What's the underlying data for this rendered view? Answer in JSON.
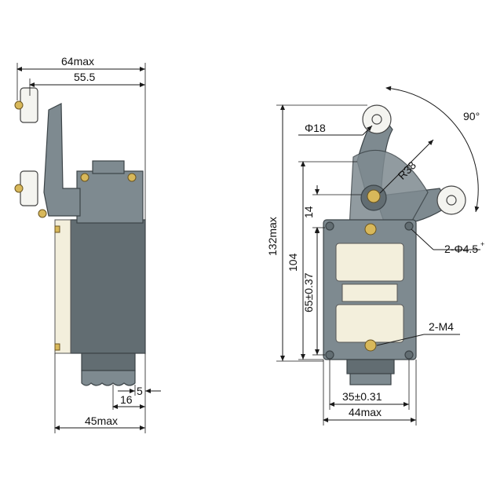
{
  "dimensions": {
    "side_width_max": "64max",
    "side_roller_center": "55.5",
    "side_base_offset": "5",
    "side_base_width": "16",
    "side_body_depth": "45max",
    "roller_diameter": "Φ18",
    "lever_radius": "R38",
    "rotation_angle": "90°",
    "total_height": "132max",
    "body_height": "104",
    "mount_hole_spacing_v": "65±0.37",
    "pivot_offset": "14",
    "mount_holes": "2-Φ4.5",
    "mount_holes_tol": "+",
    "threaded_holes": "2-M4",
    "mount_hole_spacing_h": "35±0.31",
    "front_width_max": "44max"
  },
  "colors": {
    "body": "#7e8a90",
    "body_dark": "#626d72",
    "plate": "#f3efdc",
    "screw": "#d8b85a",
    "line": "#1a1a1a"
  }
}
